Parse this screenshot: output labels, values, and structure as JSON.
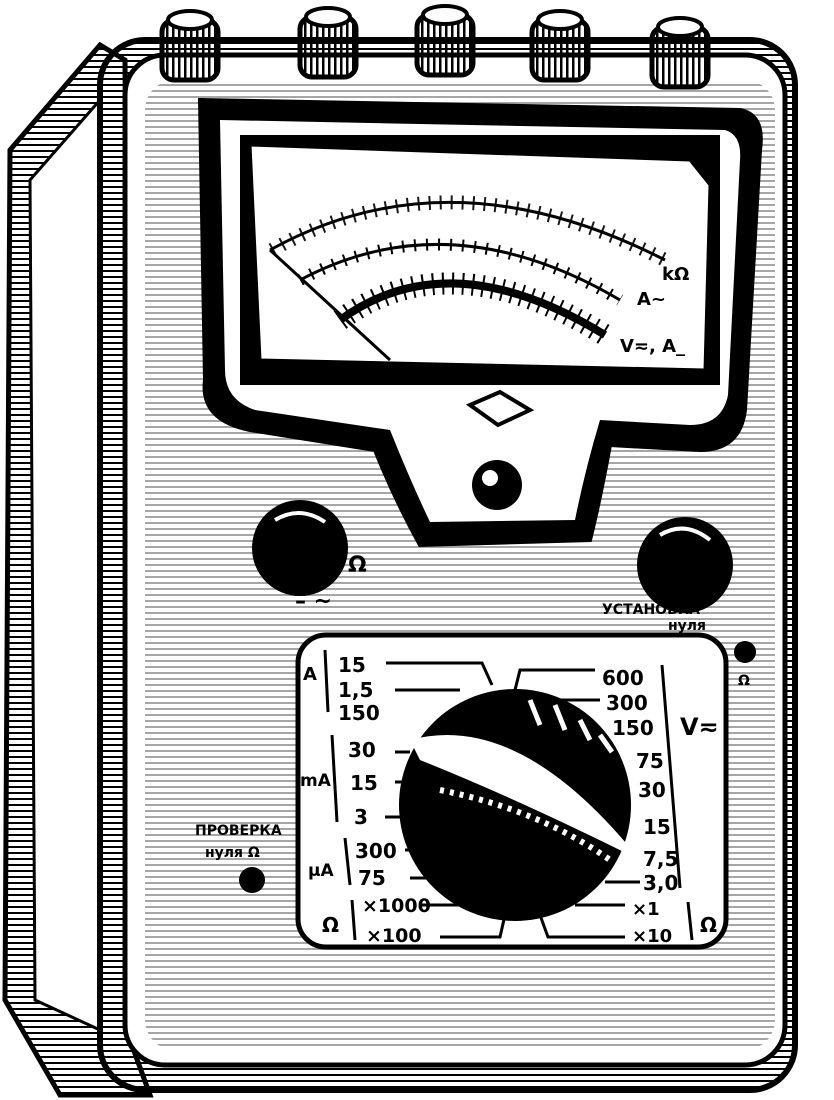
{
  "meter": {
    "scale_labels": [
      "kΩ",
      "A~",
      "V≂, A_"
    ]
  },
  "knobs": {
    "left_label_ohm": "Ω",
    "left_label_mode": "– ~",
    "zero_adjust_label_1": "УСТАНОВКА",
    "zero_adjust_label_2": "нуля",
    "zero_adjust_ohm": "Ω",
    "zero_check_label_1": "ПРОВЕРКА",
    "zero_check_label_2": "нуля Ω"
  },
  "switch": {
    "left_groups": [
      {
        "unit": "A",
        "values": [
          "15",
          "1,5",
          "150"
        ]
      },
      {
        "unit": "mA",
        "values": [
          "30",
          "15",
          "3"
        ]
      },
      {
        "unit": "μA",
        "values": [
          "300",
          "75"
        ]
      },
      {
        "unit": "Ω",
        "values": [
          "×1000",
          "×100"
        ]
      }
    ],
    "right_groups": [
      {
        "unit": "V≂",
        "values": [
          "600",
          "300",
          "150",
          "75",
          "30",
          "15",
          "7,5",
          "3,0"
        ]
      },
      {
        "unit": "Ω",
        "values": [
          "×1",
          "×10"
        ]
      }
    ]
  },
  "colors": {
    "ink": "#000000",
    "paper": "#ffffff"
  }
}
